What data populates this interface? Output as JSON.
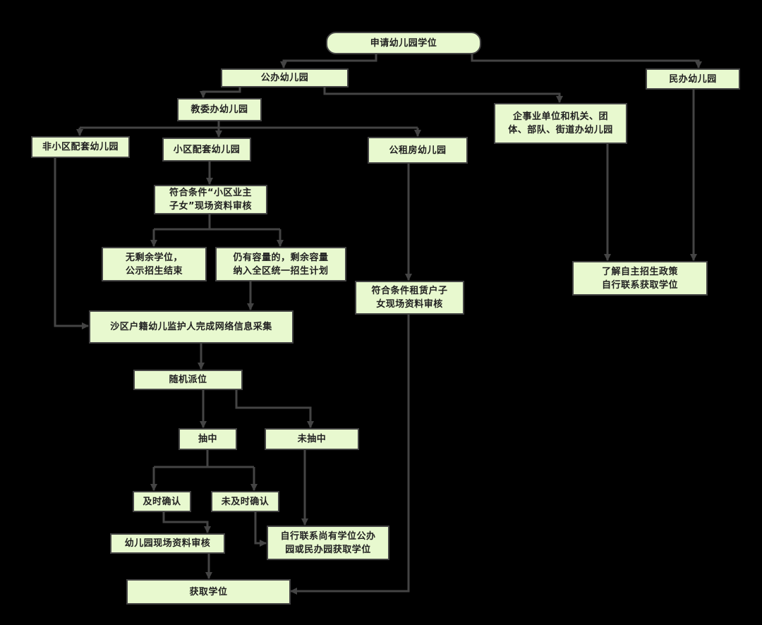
{
  "nodes": {
    "apply": "申请幼儿园学位",
    "public": "公办幼儿园",
    "private": "民办幼儿园",
    "jiaowei": "教委办幼儿园",
    "enterprise": "企事业单位和机关、团\n体、部队、街道办幼儿园",
    "non_community": "非小区配套幼儿园",
    "community": "小区配套幼儿园",
    "public_rental": "公租房幼儿园",
    "owner_review": "符合条件“小区业主\n子女”现场资料审核",
    "no_seats": "无剩余学位，\n公示招生结束",
    "remaining": "仍有容量的，剩余容量\n纳入全区统一招生计划",
    "tenant_review": "符合条件租赁户子\n女现场资料审核",
    "self_policy": "了解自主招生政策\n自行联系获取学位",
    "info_collect": "沙区户籍幼儿监护人完成网络信息采集",
    "random_assign": "随机派位",
    "won": "抽中",
    "not_won": "未抽中",
    "confirmed": "及时确认",
    "not_confirmed": "未及时确认",
    "self_contact": "自行联系尚有学位公办\n园或民办园获取学位",
    "kg_review": "幼儿园现场资料审核",
    "get_seat": "获取学位"
  },
  "colors": {
    "node_fill": "#e8f9cf",
    "stroke": "#444444",
    "background": "#000000"
  }
}
